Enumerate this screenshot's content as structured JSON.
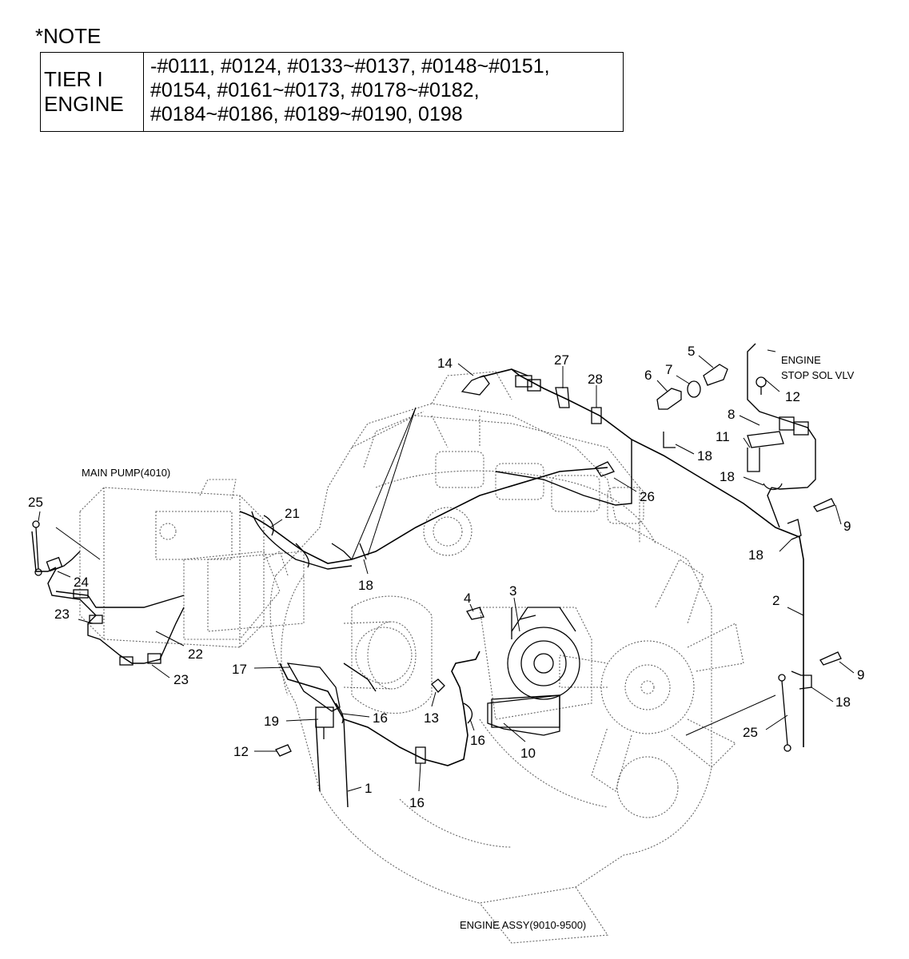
{
  "note": {
    "heading": "*NOTE",
    "tier_line1": "TIER I",
    "tier_line2": "ENGINE",
    "serial_line1": "-#0111, #0124, #0133~#0137, #0148~#0151,",
    "serial_line2": "#0154, #0161~#0173, #0178~#0182,",
    "serial_line3": "#0184~#0186, #0189~#0190, 0198"
  },
  "captions": {
    "main_pump": "MAIN PUMP(4010)",
    "engine_stop_1": "ENGINE",
    "engine_stop_2": "STOP SOL VLV",
    "engine_assy": "ENGINE ASSY(9010-9500)"
  },
  "callouts": {
    "c14": "14",
    "c27": "27",
    "c28": "28",
    "c6": "6",
    "c7": "7",
    "c5": "5",
    "c12a": "12",
    "c8": "8",
    "c11": "11",
    "c18a": "18",
    "c18b": "18",
    "c26": "26",
    "c9a": "9",
    "c18c": "18",
    "c2": "2",
    "c21": "21",
    "c25a": "25",
    "c24": "24",
    "c18d": "18",
    "c23a": "23",
    "c22": "22",
    "c23b": "23",
    "c4": "4",
    "c3": "3",
    "c17": "17",
    "c19": "19",
    "c16a": "16",
    "c13": "13",
    "c16b": "16",
    "c10": "10",
    "c12b": "12",
    "c1": "1",
    "c16c": "16",
    "c9b": "9",
    "c18e": "18",
    "c25b": "25"
  }
}
